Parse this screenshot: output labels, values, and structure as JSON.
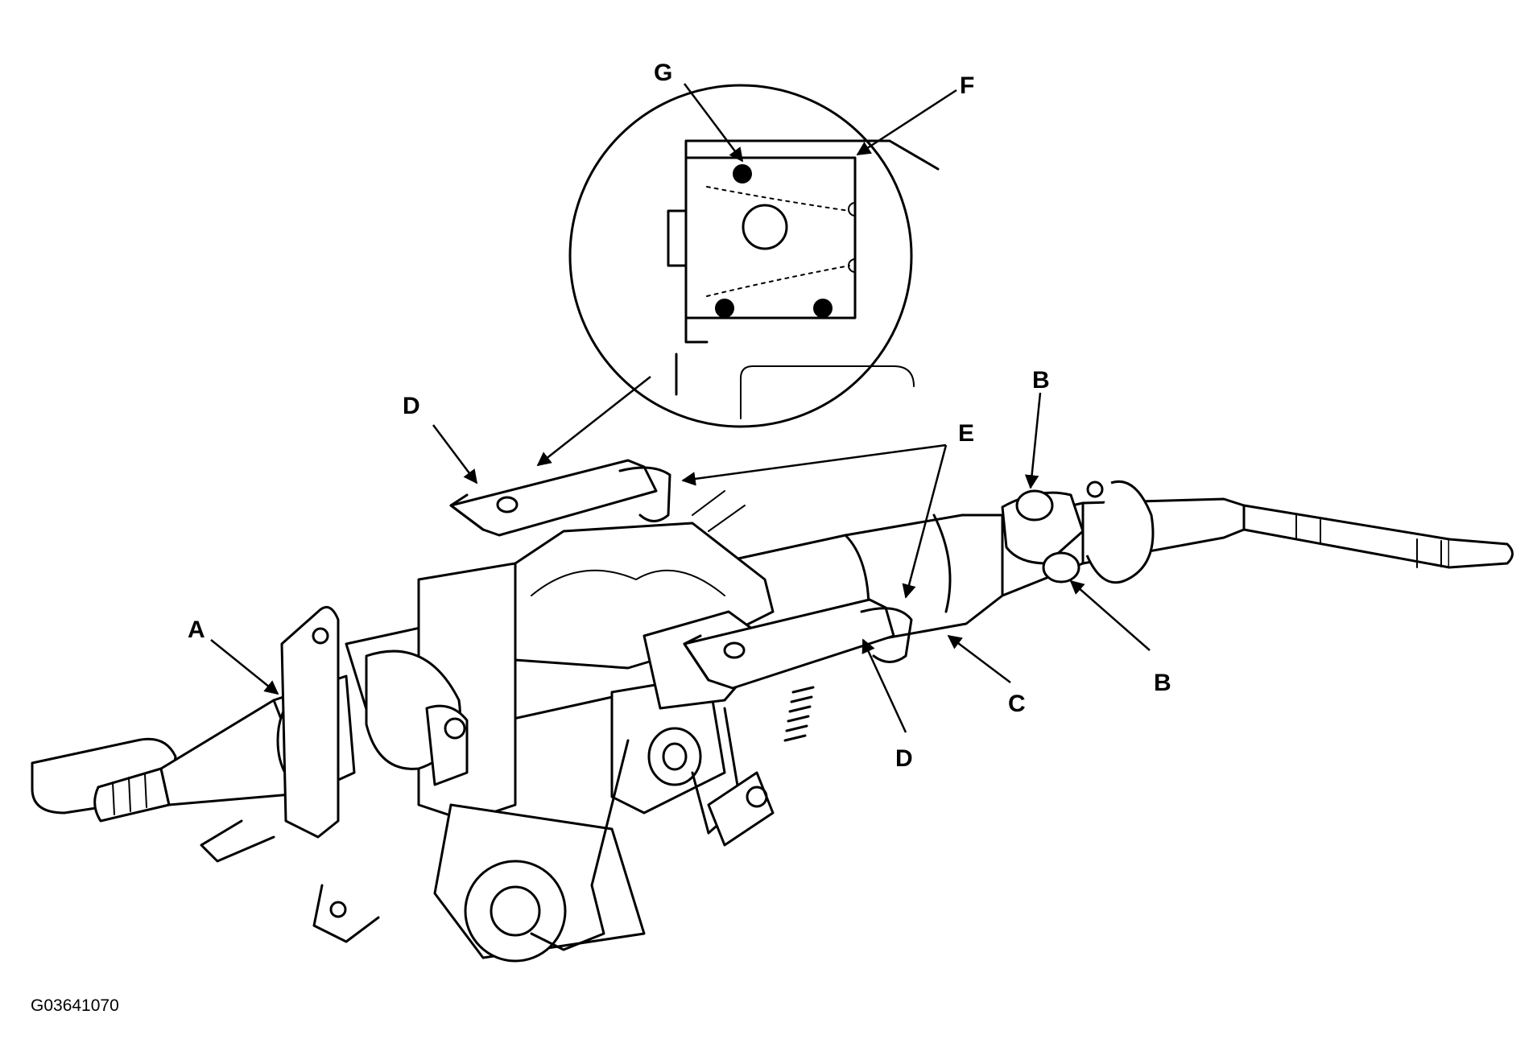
{
  "figure_code": "G03641070",
  "callouts": {
    "A": "A",
    "B_top": "B",
    "B_bottom": "B",
    "C": "C",
    "D_top": "D",
    "D_bottom": "D",
    "E": "E",
    "F": "F",
    "G": "G"
  }
}
